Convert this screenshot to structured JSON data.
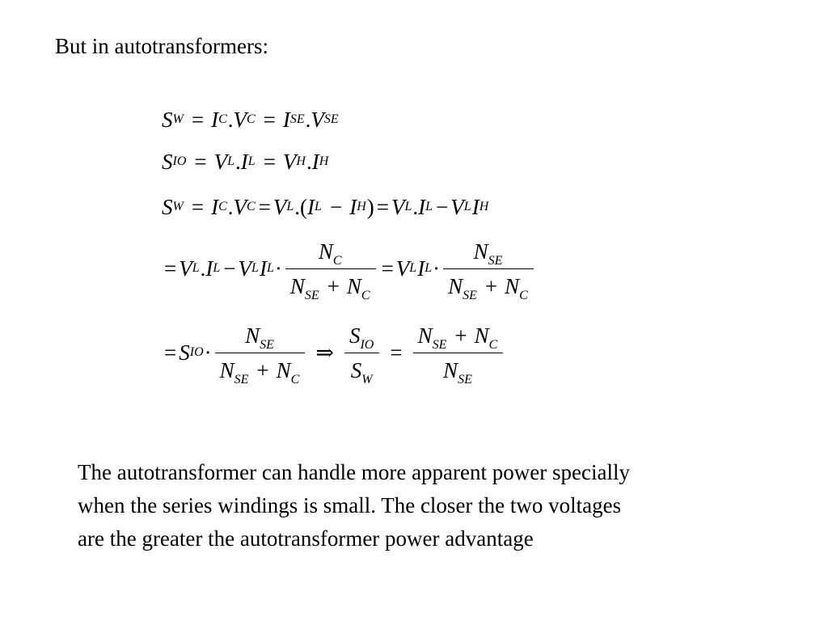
{
  "slide": {
    "heading": "But in autotransformers:",
    "paragraph_lines": [
      "The autotransformer can handle more apparent power specially",
      "when the series windings is small. The closer the two voltages",
      "are the greater the autotransformer power advantage"
    ]
  },
  "symbols": {
    "S": "S",
    "I": "I",
    "V": "V",
    "N": "N",
    "W": "W",
    "C": "C",
    "SE": "SE",
    "IO": "IO",
    "L": "L",
    "H": "H",
    "eq": "=",
    "plus": "+",
    "minus": "−",
    "dot": ".",
    "cdot": "·",
    "implies": "⇒",
    "lparen": "(",
    "rparen": ")"
  }
}
